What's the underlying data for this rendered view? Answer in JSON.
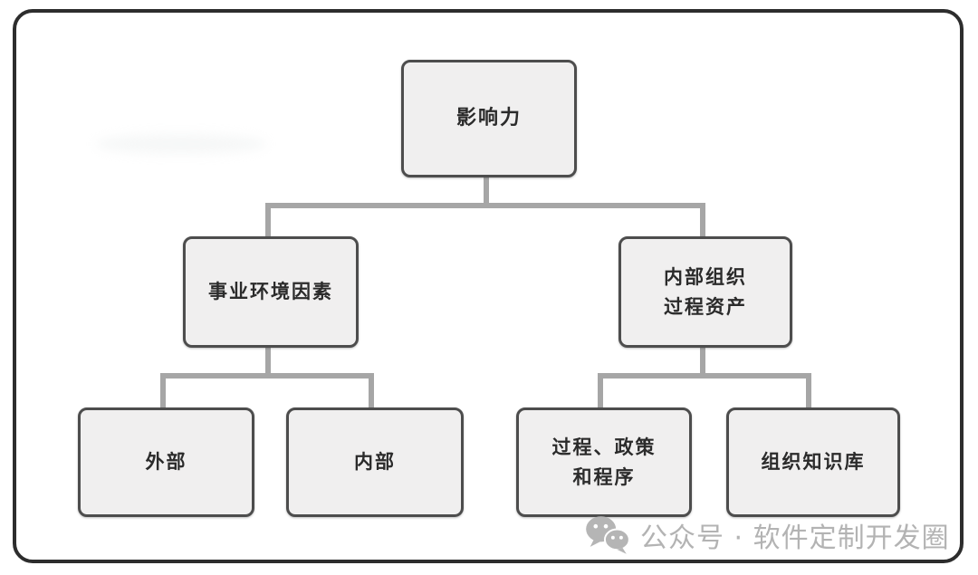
{
  "nodes": {
    "influence": {
      "label": "影响力"
    },
    "eef": {
      "label": "事业环境因素"
    },
    "opa": {
      "label": "内部组织\n过程资产"
    },
    "external": {
      "label": "外部"
    },
    "internal": {
      "label": "内部"
    },
    "processes": {
      "label": "过程、政策\n和程序"
    },
    "knowledge": {
      "label": "组织知识库"
    }
  },
  "watermark": {
    "icon": "wechat-icon",
    "text": "公众号 · 软件定制开发圈"
  },
  "colors": {
    "node_fill": "#f0efef",
    "node_border": "#4d4d4d",
    "node_text": "#2b2b2b",
    "connector": "#a6a6a6",
    "frame_border": "#2d2d2d",
    "watermark_gray": "#b3b3b3",
    "background": "#ffffff"
  }
}
